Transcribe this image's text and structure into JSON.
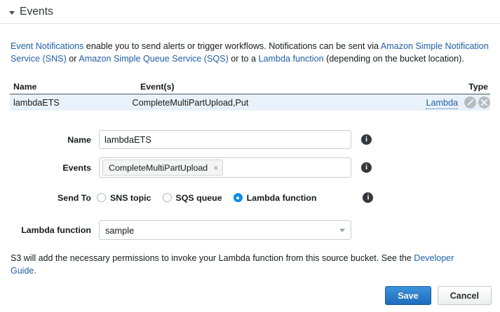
{
  "section": {
    "title": "Events",
    "caret_icon": "chevron-down-icon"
  },
  "intro": {
    "link_event_notifications": "Event Notifications",
    "text_1": " enable you to send alerts or trigger workflows. Notifications can be sent via ",
    "link_sns": "Amazon Simple Notification Service (SNS)",
    "text_2": " or ",
    "link_sqs": "Amazon Simple Queue Service (SQS)",
    "text_3": " or to a ",
    "link_lambda": "Lambda function",
    "text_4": " (depending on the bucket location)."
  },
  "table": {
    "columns": [
      "Name",
      "Event(s)",
      "Type"
    ],
    "rows": [
      {
        "name": "lambdaETS",
        "events": "CompleteMultiPartUpload,Put",
        "type": "Lambda",
        "edit_icon": "pencil-icon",
        "delete_icon": "close-icon"
      }
    ]
  },
  "form": {
    "name": {
      "label": "Name",
      "value": "lambdaETS",
      "placeholder": "",
      "info_icon": "info-icon"
    },
    "events": {
      "label": "Events",
      "tokens": [
        "CompleteMultiPartUpload"
      ],
      "token_remove_icon": "×",
      "placeholder": "",
      "info_icon": "info-icon"
    },
    "send_to": {
      "label": "Send To",
      "options": [
        {
          "label": "SNS topic",
          "selected": false
        },
        {
          "label": "SQS queue",
          "selected": false
        },
        {
          "label": "Lambda function",
          "selected": true
        }
      ],
      "info_icon": "info-icon"
    },
    "lambda_function": {
      "label": "Lambda function",
      "value": "sample",
      "caret_icon": "chevron-down-icon"
    }
  },
  "note": {
    "text_1": "S3 will add the necessary permissions to invoke your Lambda function from this source bucket. See the ",
    "link_developer_guide": "Developer Guide",
    "text_2": "."
  },
  "buttons": {
    "save": "Save",
    "cancel": "Cancel"
  },
  "colors": {
    "link": "#1f5fa8",
    "primary_button": "#2a7cc7",
    "radio_selected": "#0e8ced",
    "row_background": "#e9f2fb"
  }
}
